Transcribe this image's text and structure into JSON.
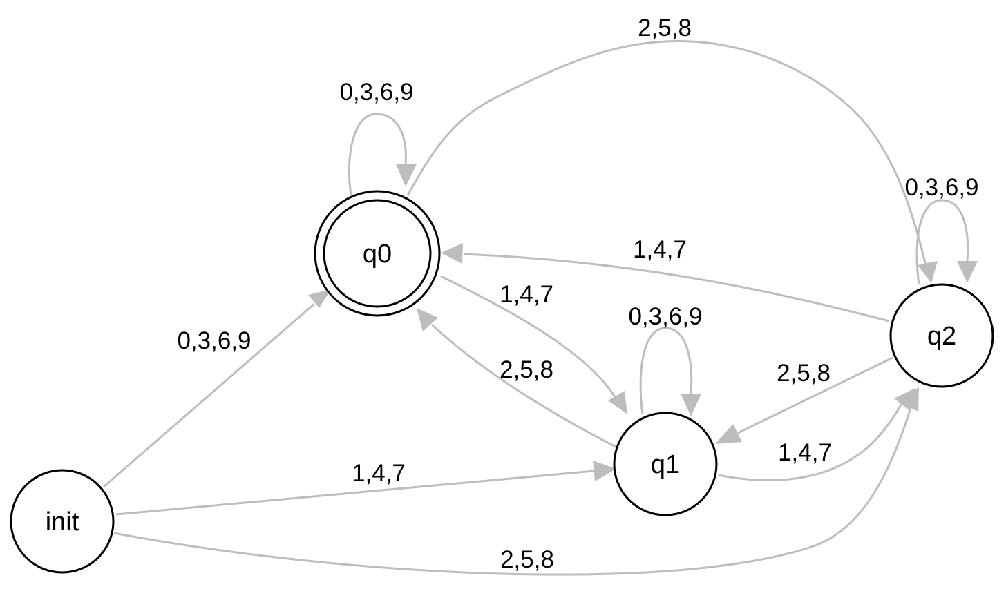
{
  "diagram": {
    "colors": {
      "edge": "#bdbdbd",
      "node_stroke": "#000000",
      "text": "#000000",
      "background": "#ffffff"
    },
    "states": {
      "init": {
        "label": "init",
        "accepting": false
      },
      "q0": {
        "label": "q0",
        "accepting": true
      },
      "q1": {
        "label": "q1",
        "accepting": false
      },
      "q2": {
        "label": "q2",
        "accepting": false
      }
    },
    "transitions": [
      {
        "from": "init",
        "to": "q0",
        "label": "0,3,6,9"
      },
      {
        "from": "init",
        "to": "q1",
        "label": "1,4,7"
      },
      {
        "from": "init",
        "to": "q2",
        "label": "2,5,8"
      },
      {
        "from": "q0",
        "to": "q0",
        "label": "0,3,6,9"
      },
      {
        "from": "q0",
        "to": "q1",
        "label": "1,4,7"
      },
      {
        "from": "q0",
        "to": "q2",
        "label": "2,5,8"
      },
      {
        "from": "q1",
        "to": "q0",
        "label": "2,5,8"
      },
      {
        "from": "q1",
        "to": "q1",
        "label": "0,3,6,9"
      },
      {
        "from": "q1",
        "to": "q2",
        "label": "1,4,7"
      },
      {
        "from": "q2",
        "to": "q0",
        "label": "1,4,7"
      },
      {
        "from": "q2",
        "to": "q1",
        "label": "2,5,8"
      },
      {
        "from": "q2",
        "to": "q2",
        "label": "0,3,6,9"
      }
    ]
  }
}
